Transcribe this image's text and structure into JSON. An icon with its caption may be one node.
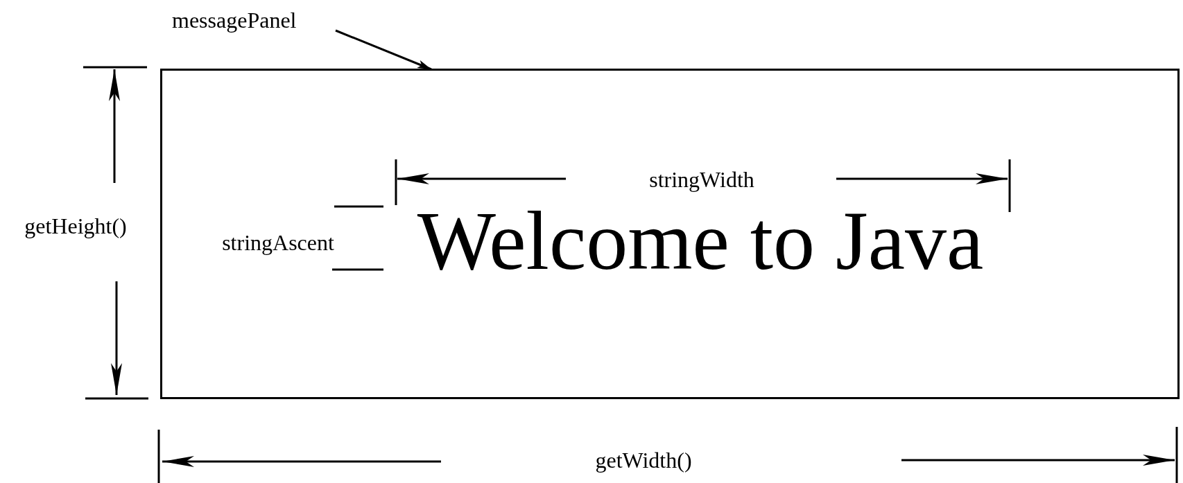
{
  "diagram": {
    "nodes": [
      {
        "text": [
          "messagePanel"
        ]
      },
      {
        "text": [],
        "shape": "box"
      }
    ],
    "edges": [
      {
        "from": 0,
        "to": 1,
        "arrow": "to"
      }
    ],
    "labels": [
      "stringWidth",
      "getHeight()",
      "stringAscent",
      "Welcome to Java",
      "getWidth()"
    ]
  }
}
